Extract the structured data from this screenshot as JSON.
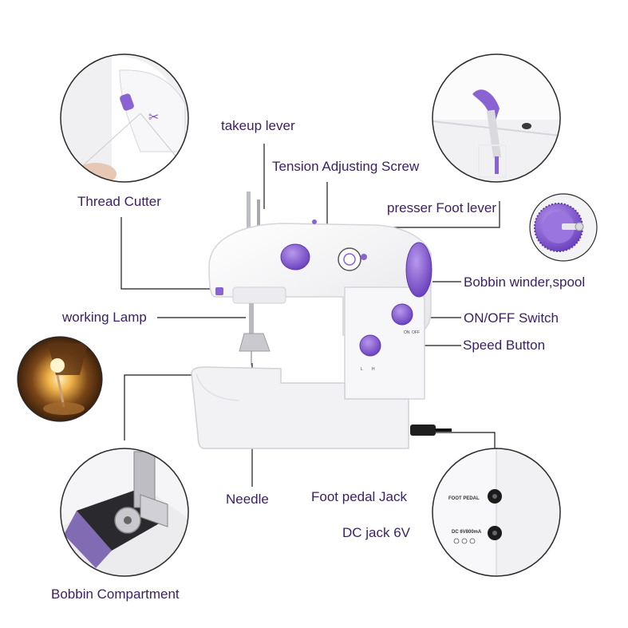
{
  "colors": {
    "label_text": "#3b1e63",
    "accent_purple": "#8a63d2",
    "body_white": "#f4f4f6",
    "leader_line": "#1a1a1a"
  },
  "labels": {
    "takeup_lever": "takeup lever",
    "tension_screw": "Tension Adjusting Screw",
    "thread_cutter": "Thread Cutter",
    "presser_foot_lever": "presser Foot lever",
    "bobbin_winder": "Bobbin winder,spool",
    "working_lamp": "working Lamp",
    "on_off_switch": "ON/OFF Switch",
    "speed_button": "Speed Button",
    "needle": "Needle",
    "foot_pedal_jack": "Foot pedal Jack",
    "dc_jack": "DC jack 6V",
    "bobbin_compartment": "Bobbin Compartment"
  },
  "panel_text": {
    "foot_pedal": "FOOT PEDAL",
    "dc_rating": "DC 6V800mA",
    "switch_on": "ON",
    "switch_off": "OFF",
    "speed_low": "L",
    "speed_high": "H"
  }
}
